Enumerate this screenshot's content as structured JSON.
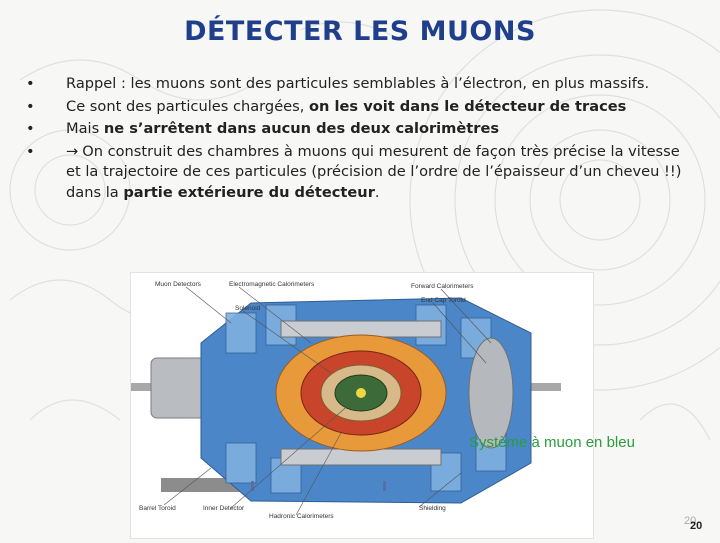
{
  "slide": {
    "title": "DÉTECTER LES MUONS",
    "bullet_marker": "•",
    "bullets": [
      {
        "parts": [
          {
            "text": "Rappel : les muons sont des particules semblables à l’électron, en plus massifs."
          }
        ]
      },
      {
        "parts": [
          {
            "text": "Ce sont des particules chargées, "
          },
          {
            "text": "on les voit dans le détecteur de traces",
            "bold": true
          }
        ]
      },
      {
        "parts": [
          {
            "text": "Mais "
          },
          {
            "text": "ne s’arrêtent dans aucun des deux calorimètres",
            "bold": true
          }
        ]
      },
      {
        "arrow": "→",
        "parts": [
          {
            "text": "On construit des chambres à muons qui mesurent de façon très précise la vitesse et la trajectoire de ces particules (précision de l’ordre de l’épaisseur d’un cheveu !!) dans la "
          },
          {
            "text": "partie extérieure du détecteur",
            "bold": true
          },
          {
            "text": "."
          }
        ]
      }
    ],
    "figure": {
      "labels": {
        "muon_detectors": "Muon Detectors",
        "em_calorimeters": "Electromagnetic Calorimeters",
        "solenoid": "Solenoid",
        "forward_calorimeters": "Forward Calorimeters",
        "end_cap_toroid": "End Cap Toroid",
        "barrel_toroid": "Barrel Toroid",
        "inner_detector": "Inner Detector",
        "hadronic_calorimeters": "Hadronic Calorimeters",
        "shielding": "Shielding"
      },
      "caption": "Système à muon en bleu"
    },
    "page_number": "20",
    "page_number_ghost": "20",
    "colors": {
      "title": "#1f3f8c",
      "caption": "#2a9d3d",
      "muon_blue": "#4a86c8",
      "calorimeter_red": "#c8442a",
      "calorimeter_orange": "#e89a3a"
    }
  }
}
